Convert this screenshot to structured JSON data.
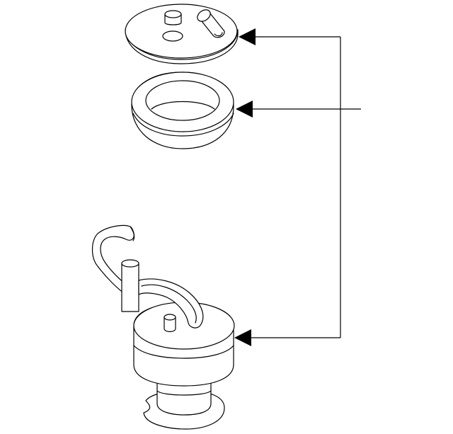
{
  "diagram": {
    "parts": [
      {
        "id": "cap",
        "icon": "cap-with-fittings"
      },
      {
        "id": "seal",
        "icon": "seal-ring"
      },
      {
        "id": "pump-assembly",
        "icon": "pump-with-hoses"
      }
    ],
    "callouts": [
      {
        "target": "cap",
        "label": ""
      },
      {
        "target": "seal",
        "label": ""
      },
      {
        "target": "pump-assembly",
        "label": ""
      }
    ],
    "colors": {
      "stroke": "#000000",
      "background": "#ffffff"
    }
  }
}
